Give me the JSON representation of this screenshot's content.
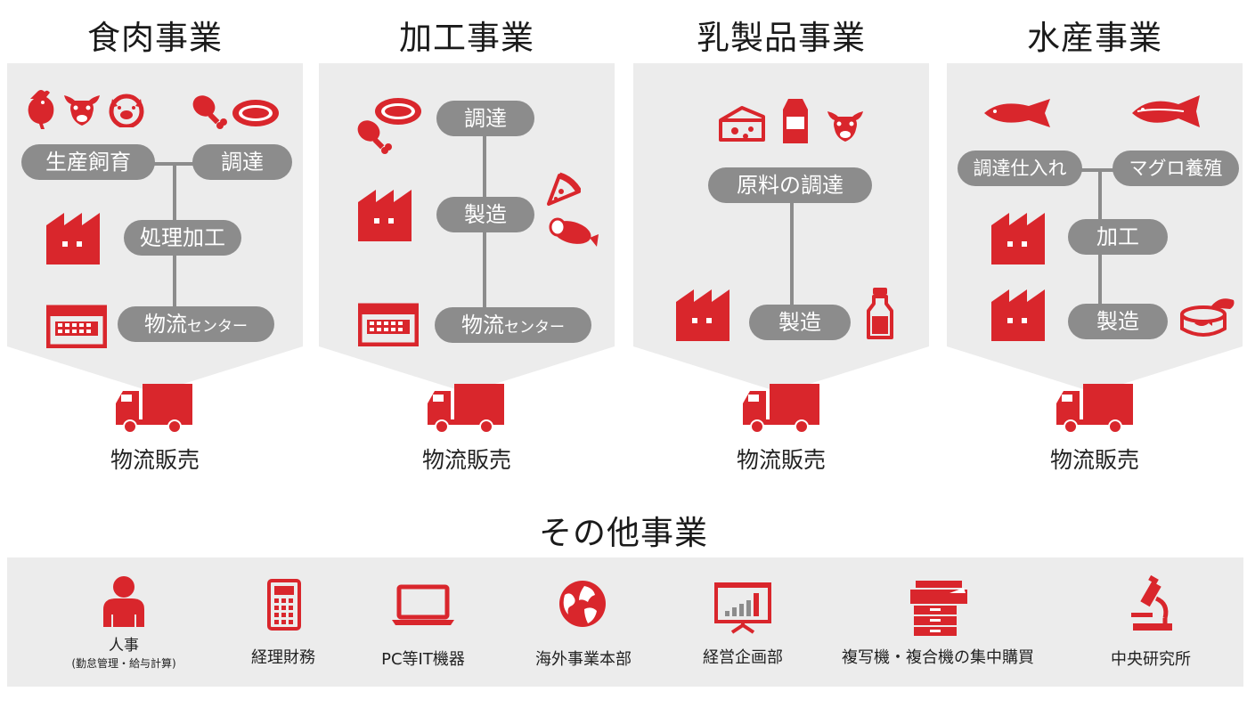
{
  "segments": [
    {
      "title": "食肉事業",
      "steps": [
        "生産飼育",
        "調達",
        "処理加工",
        "物流",
        "センター"
      ]
    },
    {
      "title": "加工事業",
      "steps": [
        "調達",
        "製造",
        "物流",
        "センター"
      ]
    },
    {
      "title": "乳製品事業",
      "steps": [
        "原料の調達",
        "製造"
      ]
    },
    {
      "title": "水産事業",
      "steps": [
        "調達仕入れ",
        "マグロ養殖",
        "加工",
        "製造"
      ]
    }
  ],
  "distribution_label": "物流販売",
  "other": {
    "title": "その他事業",
    "items": [
      {
        "label": "人事",
        "sub": "(勤怠管理・給与計算)",
        "icon": "person-icon"
      },
      {
        "label": "経理財務",
        "icon": "calculator-icon"
      },
      {
        "label": "PC等IT機器",
        "icon": "laptop-icon"
      },
      {
        "label": "海外事業本部",
        "icon": "globe-icon"
      },
      {
        "label": "経営企画部",
        "icon": "presentation-chart-icon"
      },
      {
        "label": "複写機・複合機の集中購買",
        "icon": "copier-icon"
      },
      {
        "label": "中央研究所",
        "icon": "microscope-icon"
      }
    ]
  },
  "colors": {
    "accent": "#d9262c",
    "pill": "#8c8c8c",
    "panel": "#ececec"
  }
}
